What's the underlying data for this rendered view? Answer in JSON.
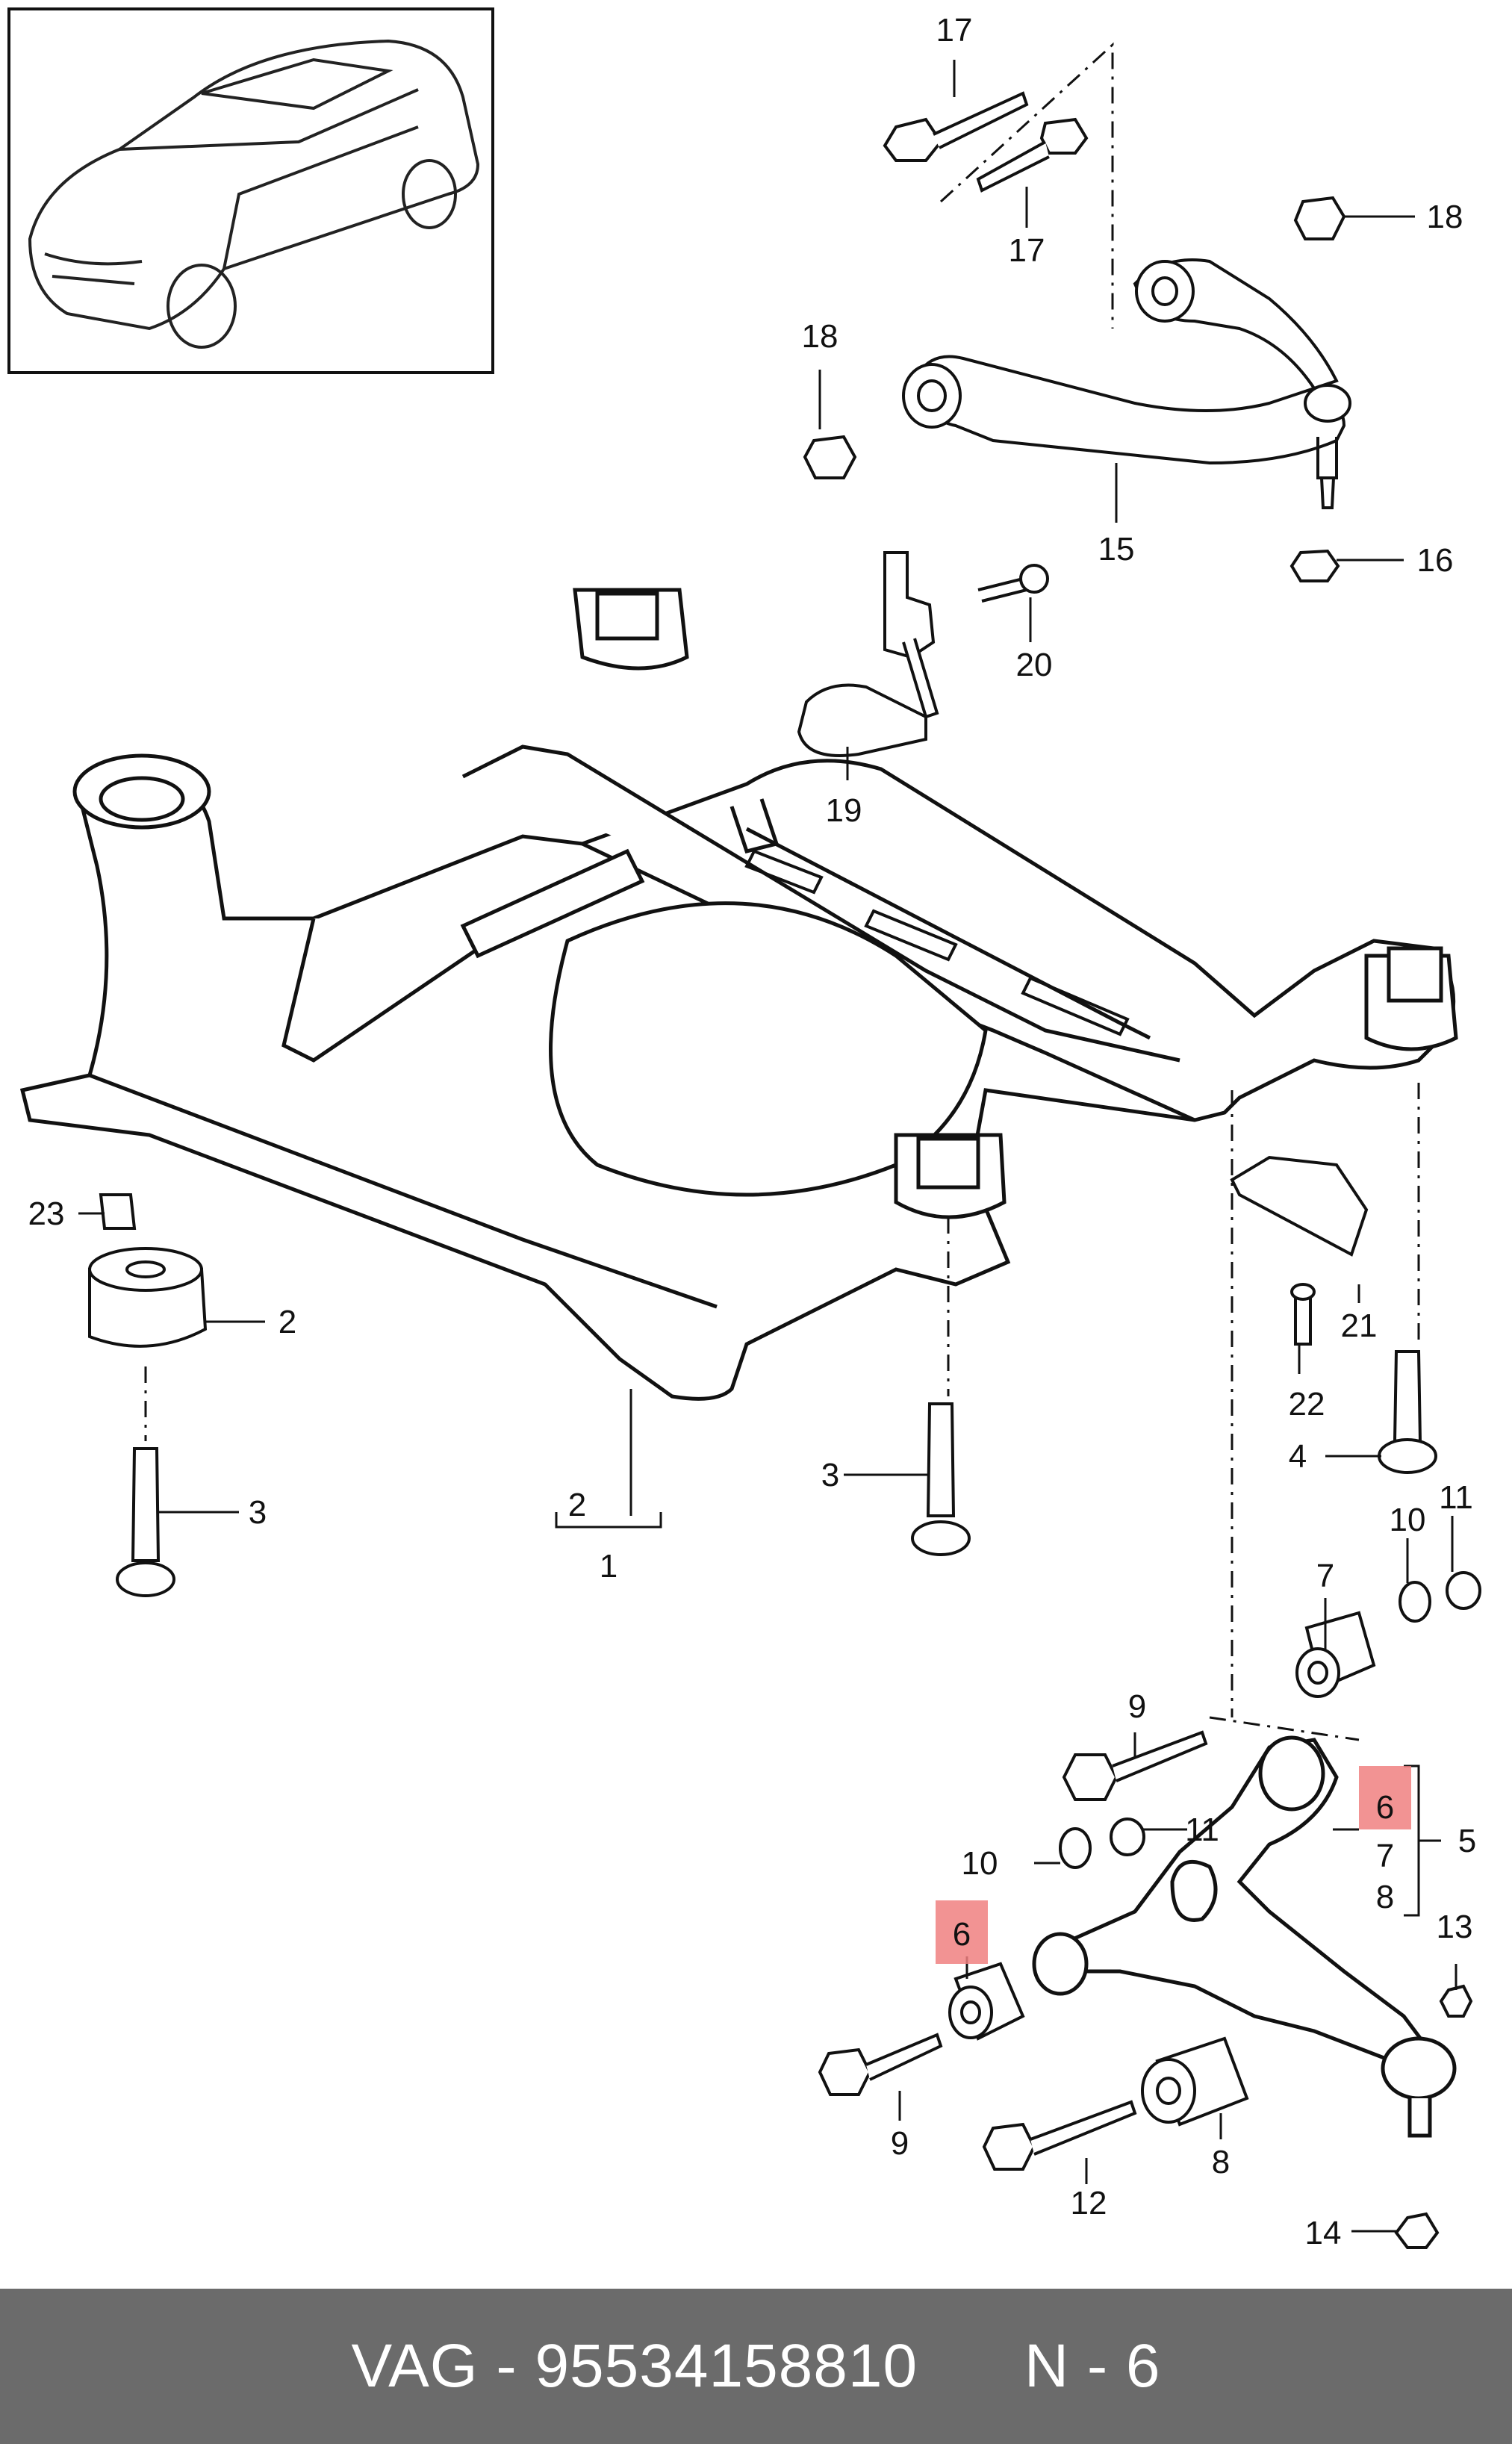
{
  "footer": {
    "brand": "VAG",
    "separator": " - ",
    "part_number": "95534158810",
    "position": "N - 6"
  },
  "highlight_color": "#f08080",
  "callouts": {
    "c17a": "17",
    "c17b": "17",
    "c18a": "18",
    "c18b": "18",
    "c15": "15",
    "c16": "16",
    "c20": "20",
    "c19": "19",
    "c23": "23",
    "c2a": "2",
    "c3a": "3",
    "c2b": "2",
    "c1": "1",
    "c3b": "3",
    "c21": "21",
    "c22": "22",
    "c4": "4",
    "c10a": "10",
    "c11a": "11",
    "c7a": "7",
    "c9a": "9",
    "c6a": "6",
    "c5": "5",
    "c7b": "7",
    "c8a": "8",
    "c11b": "11",
    "c10b": "10",
    "c6b": "6",
    "c13": "13",
    "c9b": "9",
    "c12": "12",
    "c8b": "8",
    "c14": "14"
  }
}
